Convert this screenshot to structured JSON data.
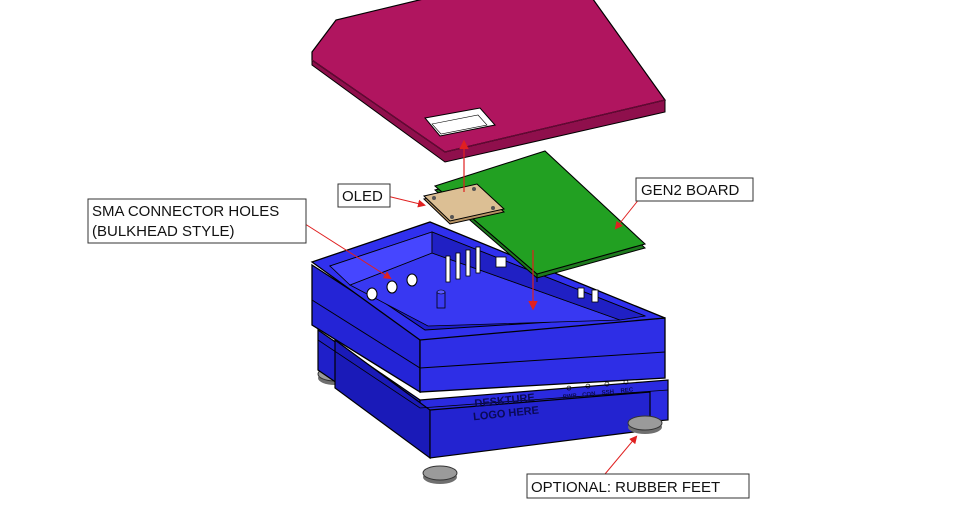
{
  "callouts": {
    "sma_line1": "SMA CONNECTOR HOLES",
    "sma_line2": "(BULKHEAD STYLE)",
    "oled": "OLED",
    "gen2_board": "GEN2 BOARD",
    "rubber_feet": "OPTIONAL: RUBBER FEET"
  },
  "enclosure_front": {
    "logo_line1": "DESKTURE",
    "logo_line2": "LOGO HERE",
    "led_labels": [
      "PWR",
      "CON",
      "SSH",
      "REC"
    ]
  },
  "colors": {
    "lid": "#b0155f",
    "base": "#2e2ee6",
    "board": "#1f8f1f",
    "oled": "#d9b88c",
    "feet": "#8c8c8c",
    "leader": "#e02020"
  }
}
